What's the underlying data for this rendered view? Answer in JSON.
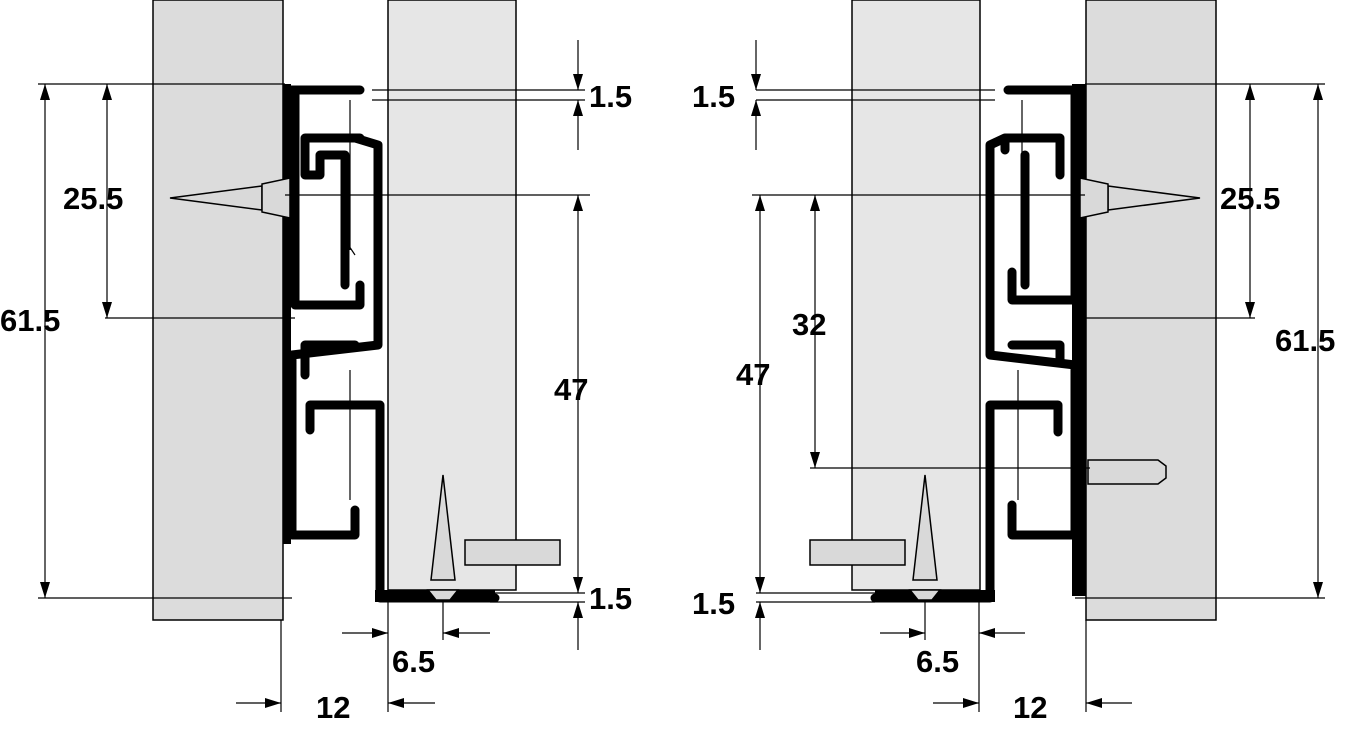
{
  "diagram": {
    "left_view": {
      "dimensions": {
        "top_gap": "1.5",
        "screw_height": "25.5",
        "total_height": "61.5",
        "drawer_screw_height": "47",
        "bottom_gap": "1.5",
        "drawer_inset": "6.5",
        "side_clearance": "12"
      }
    },
    "right_view": {
      "dimensions": {
        "top_gap": "1.5",
        "screw_height": "25.5",
        "total_height": "61.5",
        "drawer_screw_height": "47",
        "pin_height": "32",
        "bottom_gap": "1.5",
        "drawer_inset": "6.5",
        "side_clearance": "12"
      }
    }
  }
}
